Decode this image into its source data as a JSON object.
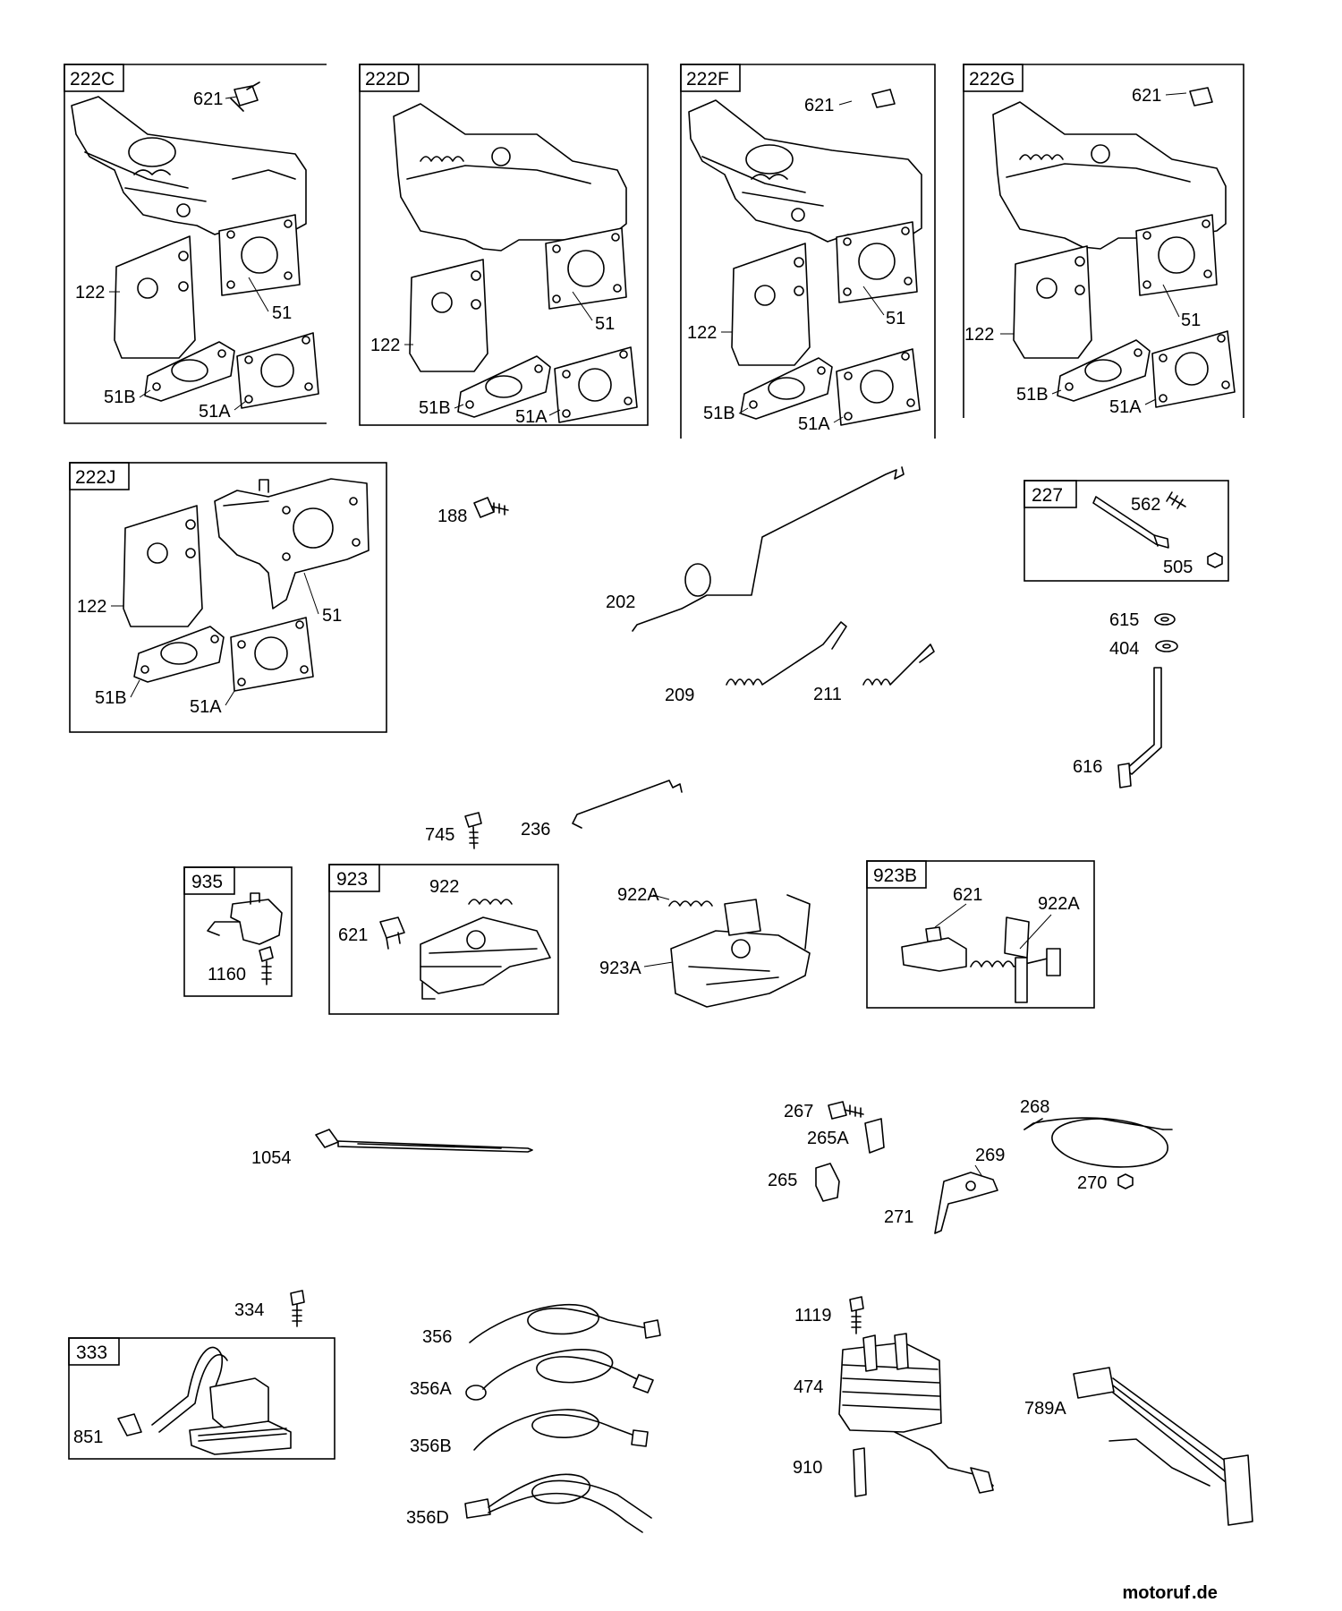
{
  "parts": {
    "box_222c": "222C",
    "box_222d": "222D",
    "box_222f": "222F",
    "box_222g": "222G",
    "box_222j": "222J",
    "box_227": "227",
    "box_935": "935",
    "box_923": "923",
    "box_923b": "923B",
    "box_333": "333",
    "p621": "621",
    "p122": "122",
    "p51": "51",
    "p51a": "51A",
    "p51b": "51B",
    "p188": "188",
    "p202": "202",
    "p209": "209",
    "p211": "211",
    "p562": "562",
    "p505": "505",
    "p615": "615",
    "p404": "404",
    "p616": "616",
    "p745": "745",
    "p236": "236",
    "p922": "922",
    "p922a": "922A",
    "p923a": "923A",
    "p1160": "1160",
    "p1054": "1054",
    "p267": "267",
    "p265a": "265A",
    "p265": "265",
    "p268": "268",
    "p269": "269",
    "p270": "270",
    "p271": "271",
    "p334": "334",
    "p851": "851",
    "p356": "356",
    "p356a": "356A",
    "p356b": "356B",
    "p356d": "356D",
    "p1119": "1119",
    "p474": "474",
    "p910": "910",
    "p789a": "789A"
  },
  "watermark": {
    "brand": "motoruf",
    "tld": ".de",
    "brand_color": "#0a8a2a"
  }
}
